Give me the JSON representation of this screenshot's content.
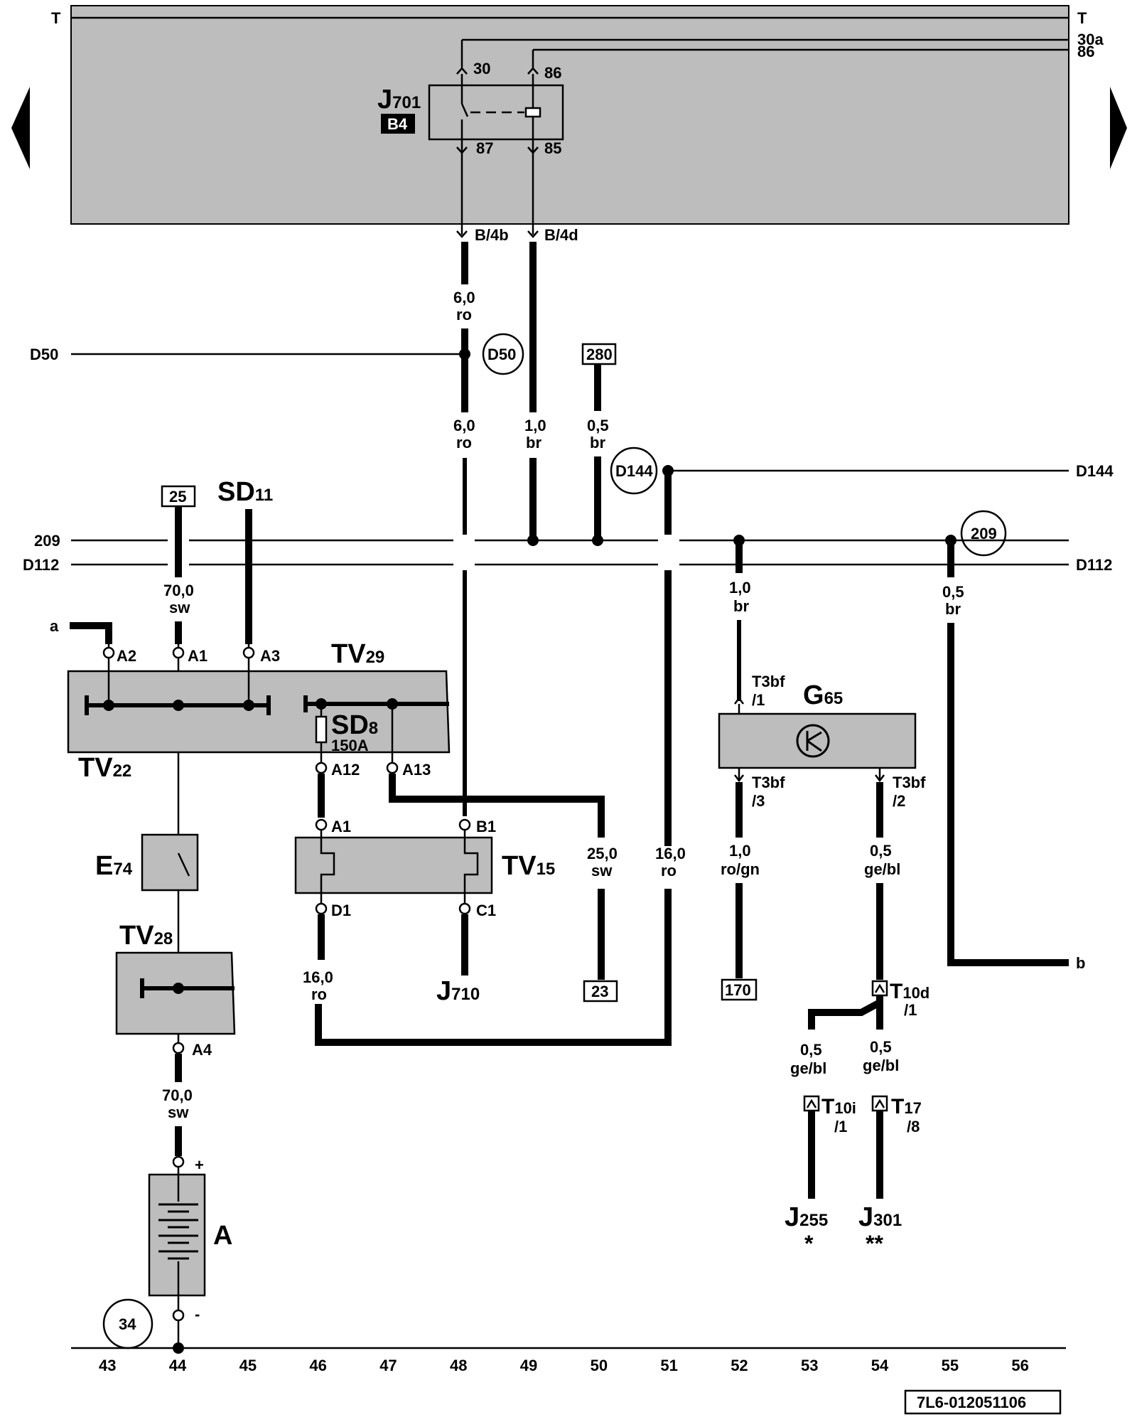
{
  "rails": {
    "top_left": "T",
    "top_right": "T",
    "r30a": "30a",
    "r86": "86"
  },
  "nav": {
    "prev": "prev-page-arrow",
    "next": "next-page-arrow"
  },
  "relay": {
    "name": "J",
    "sub": "701",
    "badge": "B4",
    "pins": [
      "30",
      "86",
      "87",
      "85"
    ]
  },
  "connectors_top": [
    "B/4b",
    "B/4d"
  ],
  "wires": [
    {
      "size": "6,0",
      "color": "ro"
    },
    {
      "size": "6,0",
      "color": "ro"
    },
    {
      "size": "1,0",
      "color": "br"
    },
    {
      "size": "0,5",
      "color": "br"
    },
    {
      "size": "70,0",
      "color": "sw"
    },
    {
      "size": "1,0",
      "color": "br"
    },
    {
      "size": "0,5",
      "color": "br"
    },
    {
      "size": "25,0",
      "color": "sw"
    },
    {
      "size": "16,0",
      "color": "ro"
    },
    {
      "size": "1,0",
      "color": "ro/gn"
    },
    {
      "size": "0,5",
      "color": "ge/bl"
    },
    {
      "size": "16,0",
      "color": "ro"
    },
    {
      "size": "70,0",
      "color": "sw"
    },
    {
      "size": "0,5",
      "color": "ge/bl"
    },
    {
      "size": "0,5",
      "color": "ge/bl"
    }
  ],
  "lines": {
    "d50": "D50",
    "d144": "D144",
    "l209": "209",
    "d112": "D112",
    "a": "a",
    "b": "b"
  },
  "circles": {
    "d50": "D50",
    "d144": "D144",
    "c209": "209",
    "c34": "34"
  },
  "refs": {
    "r280": "280",
    "r25": "25",
    "r23": "23",
    "r170": "170"
  },
  "components": {
    "sd11": {
      "name": "SD",
      "sub": "11"
    },
    "tv29": {
      "name": "TV",
      "sub": "29"
    },
    "tv22": {
      "name": "TV",
      "sub": "22"
    },
    "sd8": {
      "name": "SD",
      "sub": "8",
      "rating": "150A"
    },
    "tv15": {
      "name": "TV",
      "sub": "15"
    },
    "e74": {
      "name": "E",
      "sub": "74"
    },
    "tv28": {
      "name": "TV",
      "sub": "28"
    },
    "battery": {
      "name": "A",
      "plus": "+",
      "minus": "-"
    },
    "g65": {
      "name": "G",
      "sub": "65"
    },
    "j710": {
      "name": "J",
      "sub": "710"
    },
    "j255": {
      "name": "J",
      "sub": "255",
      "mark": "*"
    },
    "j301": {
      "name": "J",
      "sub": "301",
      "mark": "**"
    }
  },
  "pins": {
    "a2": "A2",
    "a1": "A1",
    "a3": "A3",
    "a12": "A12",
    "a13": "A13",
    "tv15_a1": "A1",
    "b1": "B1",
    "d1": "D1",
    "c1": "C1",
    "a4": "A4"
  },
  "terminals": {
    "g65_1_a": "T3bf",
    "g65_1_b": "/1",
    "g65_3_a": "T3bf",
    "g65_3_b": "/3",
    "g65_2_a": "T3bf",
    "g65_2_b": "/2",
    "t10d": {
      "name": "T",
      "sub": "10d",
      "pin": "/1"
    },
    "t10i": {
      "name": "T",
      "sub": "10i",
      "pin": "/1"
    },
    "t17": {
      "name": "T",
      "sub": "17",
      "pin": "/8"
    }
  },
  "tracks": [
    "43",
    "44",
    "45",
    "46",
    "47",
    "48",
    "49",
    "50",
    "51",
    "52",
    "53",
    "54",
    "55",
    "56"
  ],
  "doc_id": "7L6-012051106"
}
